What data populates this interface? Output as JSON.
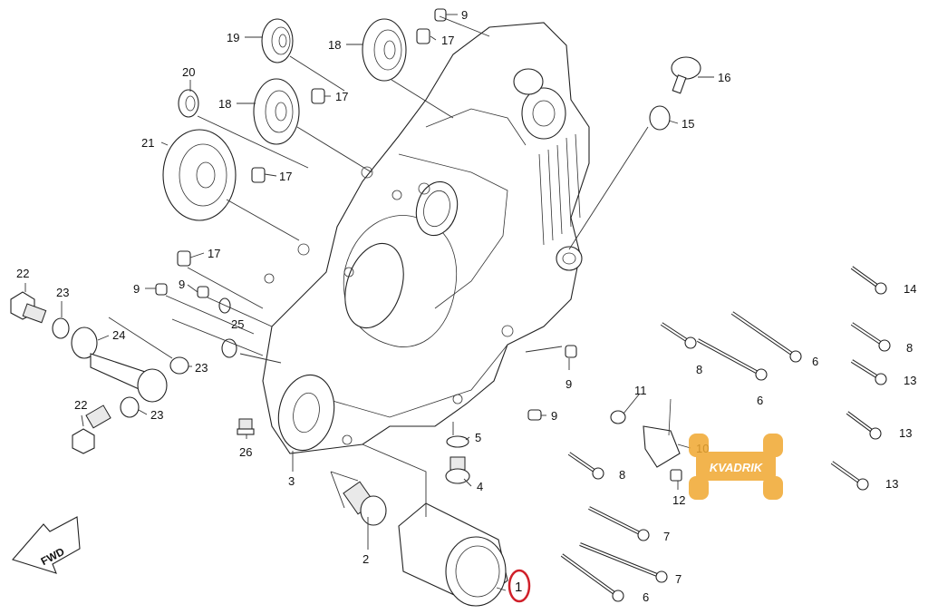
{
  "callouts": {
    "c1": "1",
    "c2": "2",
    "c3": "3",
    "c4": "4",
    "c5": "5",
    "c6a": "6",
    "c6b": "6",
    "c6c": "6",
    "c7a": "7",
    "c7b": "7",
    "c8a": "8",
    "c8b": "8",
    "c8c": "8",
    "c9a": "9",
    "c9b": "9",
    "c9c": "9",
    "c9d": "9",
    "c9e": "9",
    "c10": "10",
    "c11": "11",
    "c12": "12",
    "c13a": "13",
    "c13b": "13",
    "c13c": "13",
    "c14": "14",
    "c15": "15",
    "c16": "16",
    "c17a": "17",
    "c17b": "17",
    "c17c": "17",
    "c17d": "17",
    "c18a": "18",
    "c18b": "18",
    "c19": "19",
    "c20": "20",
    "c21": "21",
    "c22a": "22",
    "c22b": "22",
    "c23a": "23",
    "c23b": "23",
    "c23c": "23",
    "c24": "24",
    "c25": "25",
    "c26": "26"
  },
  "fwd_arrow": {
    "text": "FWD"
  },
  "watermark": {
    "text": "KVADRIK",
    "color": "#f0a830"
  },
  "highlight": {
    "part": "1",
    "color": "#d0202a"
  }
}
